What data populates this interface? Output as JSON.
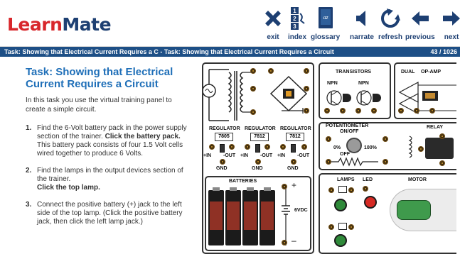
{
  "header": {
    "logo_part1": "Learn",
    "logo_part2": "Mate",
    "nav": [
      {
        "id": "exit",
        "label": "exit",
        "icon": "x-icon",
        "color": "#1d3f72"
      },
      {
        "id": "index",
        "label": "index",
        "icon": "numbered-list-icon",
        "color": "#1d3f72"
      },
      {
        "id": "glossary",
        "label": "glossary",
        "icon": "dictionary-icon",
        "color": "#1d3f72"
      },
      {
        "id": "narrate",
        "label": "narrate",
        "icon": "speaker-icon",
        "color": "#1d3f72"
      },
      {
        "id": "refresh",
        "label": "refresh",
        "icon": "refresh-icon",
        "color": "#1d3f72"
      },
      {
        "id": "previous",
        "label": "previous",
        "icon": "arrow-left-icon",
        "color": "#1d3f72"
      },
      {
        "id": "next",
        "label": "next",
        "icon": "arrow-right-icon",
        "color": "#1d3f72"
      }
    ]
  },
  "taskbar": {
    "breadcrumb": "Task: Showing that Electrical Current Requires a C - Task: Showing that Electrical Current Requires a Circuit",
    "page_count": "43 / 1026"
  },
  "content": {
    "title": "Task: Showing that Electrical Current Requires a Circuit",
    "intro": "In this task you use the virtual training panel to create a simple circuit.",
    "steps": [
      {
        "number": "1.",
        "text1": "Find the 6-Volt battery pack in the power supply section of the trainer.",
        "bold": "Click the battery pack.",
        "text2": "This battery pack consists of four 1.5 Volt cells wired together to produce 6 Volts."
      },
      {
        "number": "2.",
        "text1": "Find the lamps in the output devices section of the trainer.",
        "bold": "Click the top lamp.",
        "text2": ""
      },
      {
        "number": "3.",
        "text1": "Connect the positive battery (+) jack to the left side of the top lamp. (Click the positive battery jack, then click the left lamp jack.)",
        "bold": "",
        "text2": ""
      }
    ]
  },
  "panel": {
    "transistors": "TRANSISTORS",
    "npn1": "NPN",
    "npn2": "NPN",
    "dual": "DUAL",
    "opamp": "OP-AMP",
    "potentiometer": "POTENTIOMETER",
    "onoff": "ON/OFF",
    "off": "OFF",
    "pct0": "0%",
    "pct100": "100%",
    "relay": "RELAY",
    "regulators": [
      {
        "label": "REGULATOR",
        "value": "7805",
        "in": "+IN",
        "out": "-OUT",
        "gnd": "GND"
      },
      {
        "label": "REGULATOR",
        "value": "7812",
        "in": "+IN",
        "out": "-OUT",
        "gnd": "GND"
      },
      {
        "label": "REGULATOR",
        "value": "7812",
        "in": "+IN",
        "out": "-OUT",
        "gnd": "GND"
      }
    ],
    "batteries": "BATTERIES",
    "plus": "+",
    "minus": "–",
    "vdc": "6VDC",
    "lamps": "LAMPS",
    "led": "LED",
    "motor": "MOTOR"
  }
}
